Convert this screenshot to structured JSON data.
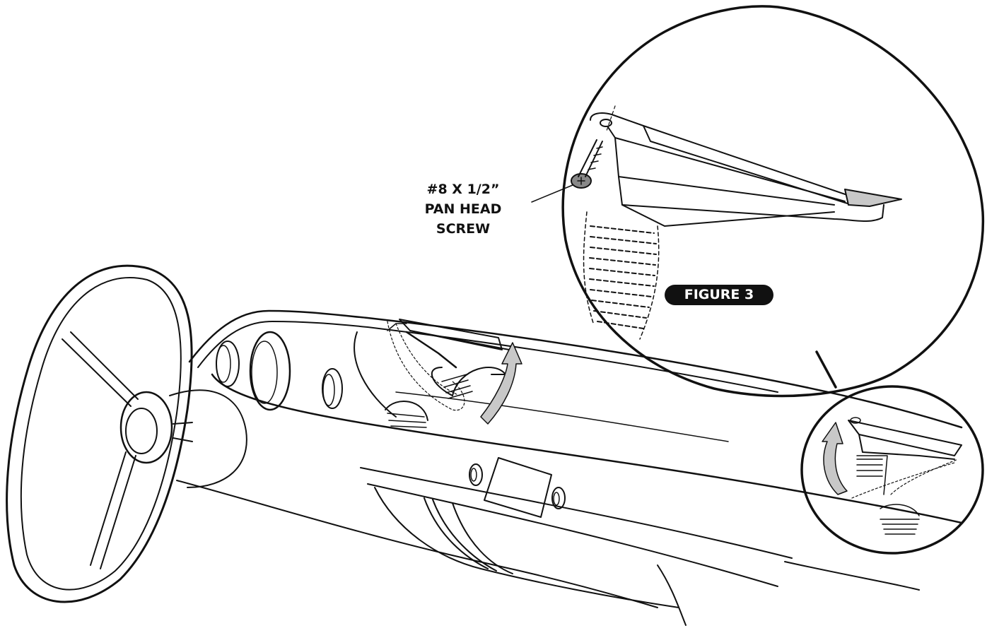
{
  "labels": {
    "screw_line1": "#8 X 1/2”",
    "screw_line2": "PAN HEAD",
    "screw_line3": "SCREW",
    "figure": "FIGURE 3"
  },
  "colors": {
    "line": "#111111",
    "arrow_fill": "#c8c8c8",
    "badge_bg": "#111111",
    "badge_text": "#ffffff",
    "background": "#ffffff"
  }
}
